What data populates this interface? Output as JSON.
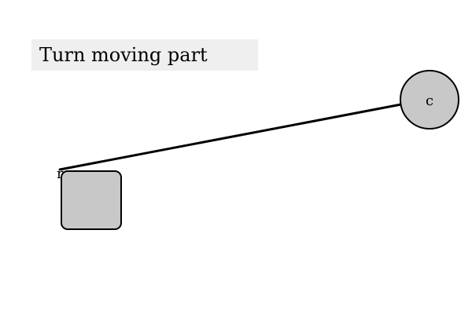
{
  "title": "Turn moving part",
  "rope": {
    "color": "#000000"
  },
  "circle_node": {
    "label": "c",
    "fill": "#c8c8c8",
    "stroke": "#000000"
  },
  "square_node": {
    "label": "r",
    "fill": "#c8c8c8",
    "stroke": "#000000"
  }
}
